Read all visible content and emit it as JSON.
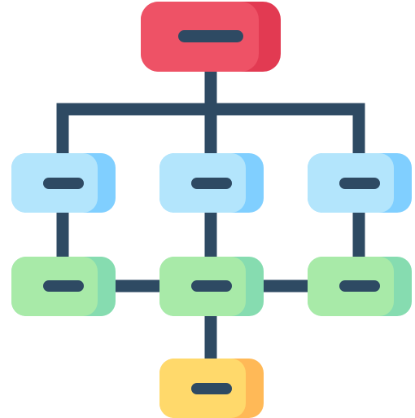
{
  "icon": {
    "name": "hierarchy-chart-icon",
    "colors": {
      "connector": "#2E4A63",
      "root_node": "#EE5266",
      "root_node_shade": "#E23A52",
      "level1_node": "#B3E5FC",
      "level1_node_shade": "#80CFFF",
      "level2_node": "#A8EAA8",
      "level2_node_shade": "#86DCB0",
      "level3_node": "#FFD96B",
      "level3_node_shade": "#FFB957",
      "dash": "#2E4A63"
    },
    "nodes": [
      {
        "id": "root",
        "level": 0
      },
      {
        "id": "level1-left",
        "level": 1
      },
      {
        "id": "level1-center",
        "level": 1
      },
      {
        "id": "level1-right",
        "level": 1
      },
      {
        "id": "level2-left",
        "level": 2
      },
      {
        "id": "level2-center",
        "level": 2
      },
      {
        "id": "level2-right",
        "level": 2
      },
      {
        "id": "level3-center",
        "level": 3
      }
    ]
  }
}
